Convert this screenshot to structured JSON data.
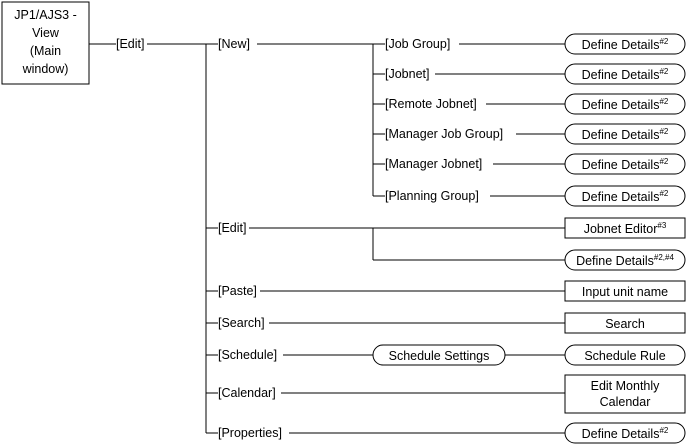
{
  "root": {
    "lines": [
      "JP1/AJS3 -",
      "View",
      "(Main",
      "window)"
    ]
  },
  "menu_edit": "[Edit]",
  "items": {
    "new": "[New]",
    "edit": "[Edit]",
    "paste": "[Paste]",
    "search": "[Search]",
    "schedule": "[Schedule]",
    "calendar": "[Calendar]",
    "properties": "[Properties]"
  },
  "new_items": {
    "job_group": "[Job Group]",
    "jobnet": "[Jobnet]",
    "remote_jobnet": "[Remote Jobnet]",
    "manager_job_group": "[Manager Job Group]",
    "manager_jobnet": "[Manager Jobnet]",
    "planning_group": "[Planning Group]"
  },
  "dialogs": {
    "define_details": "Define Details",
    "note_2": "#2",
    "note_2_4": "#2,#4",
    "jobnet_editor": "Jobnet Editor",
    "note_3": "#3",
    "input_unit_name": "Input unit name",
    "search": "Search",
    "schedule_settings": "Schedule Settings",
    "schedule_rule": "Schedule Rule",
    "edit_monthly_calendar": [
      "Edit Monthly",
      "Calendar"
    ]
  }
}
